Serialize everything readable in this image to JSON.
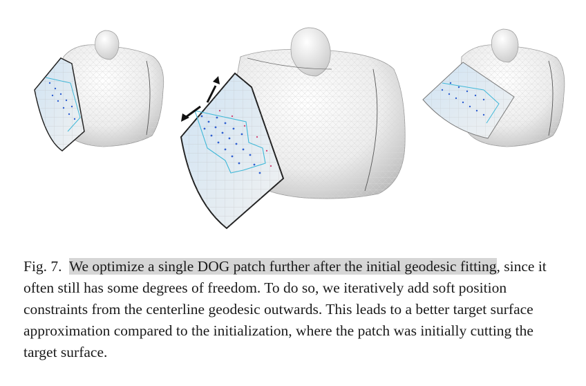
{
  "caption": {
    "label": "Fig. 7.",
    "highlighted": "We optimize a single DOG patch further after the initial geodesic fitting",
    "rest": ", since it often still has some degrees of freedom. To do so, we iteratively add soft position constraints from the centerline geodesic outwards. This leads to a better target surface approximation compared to the initialization, where the patch was initially cutting the target surface."
  }
}
